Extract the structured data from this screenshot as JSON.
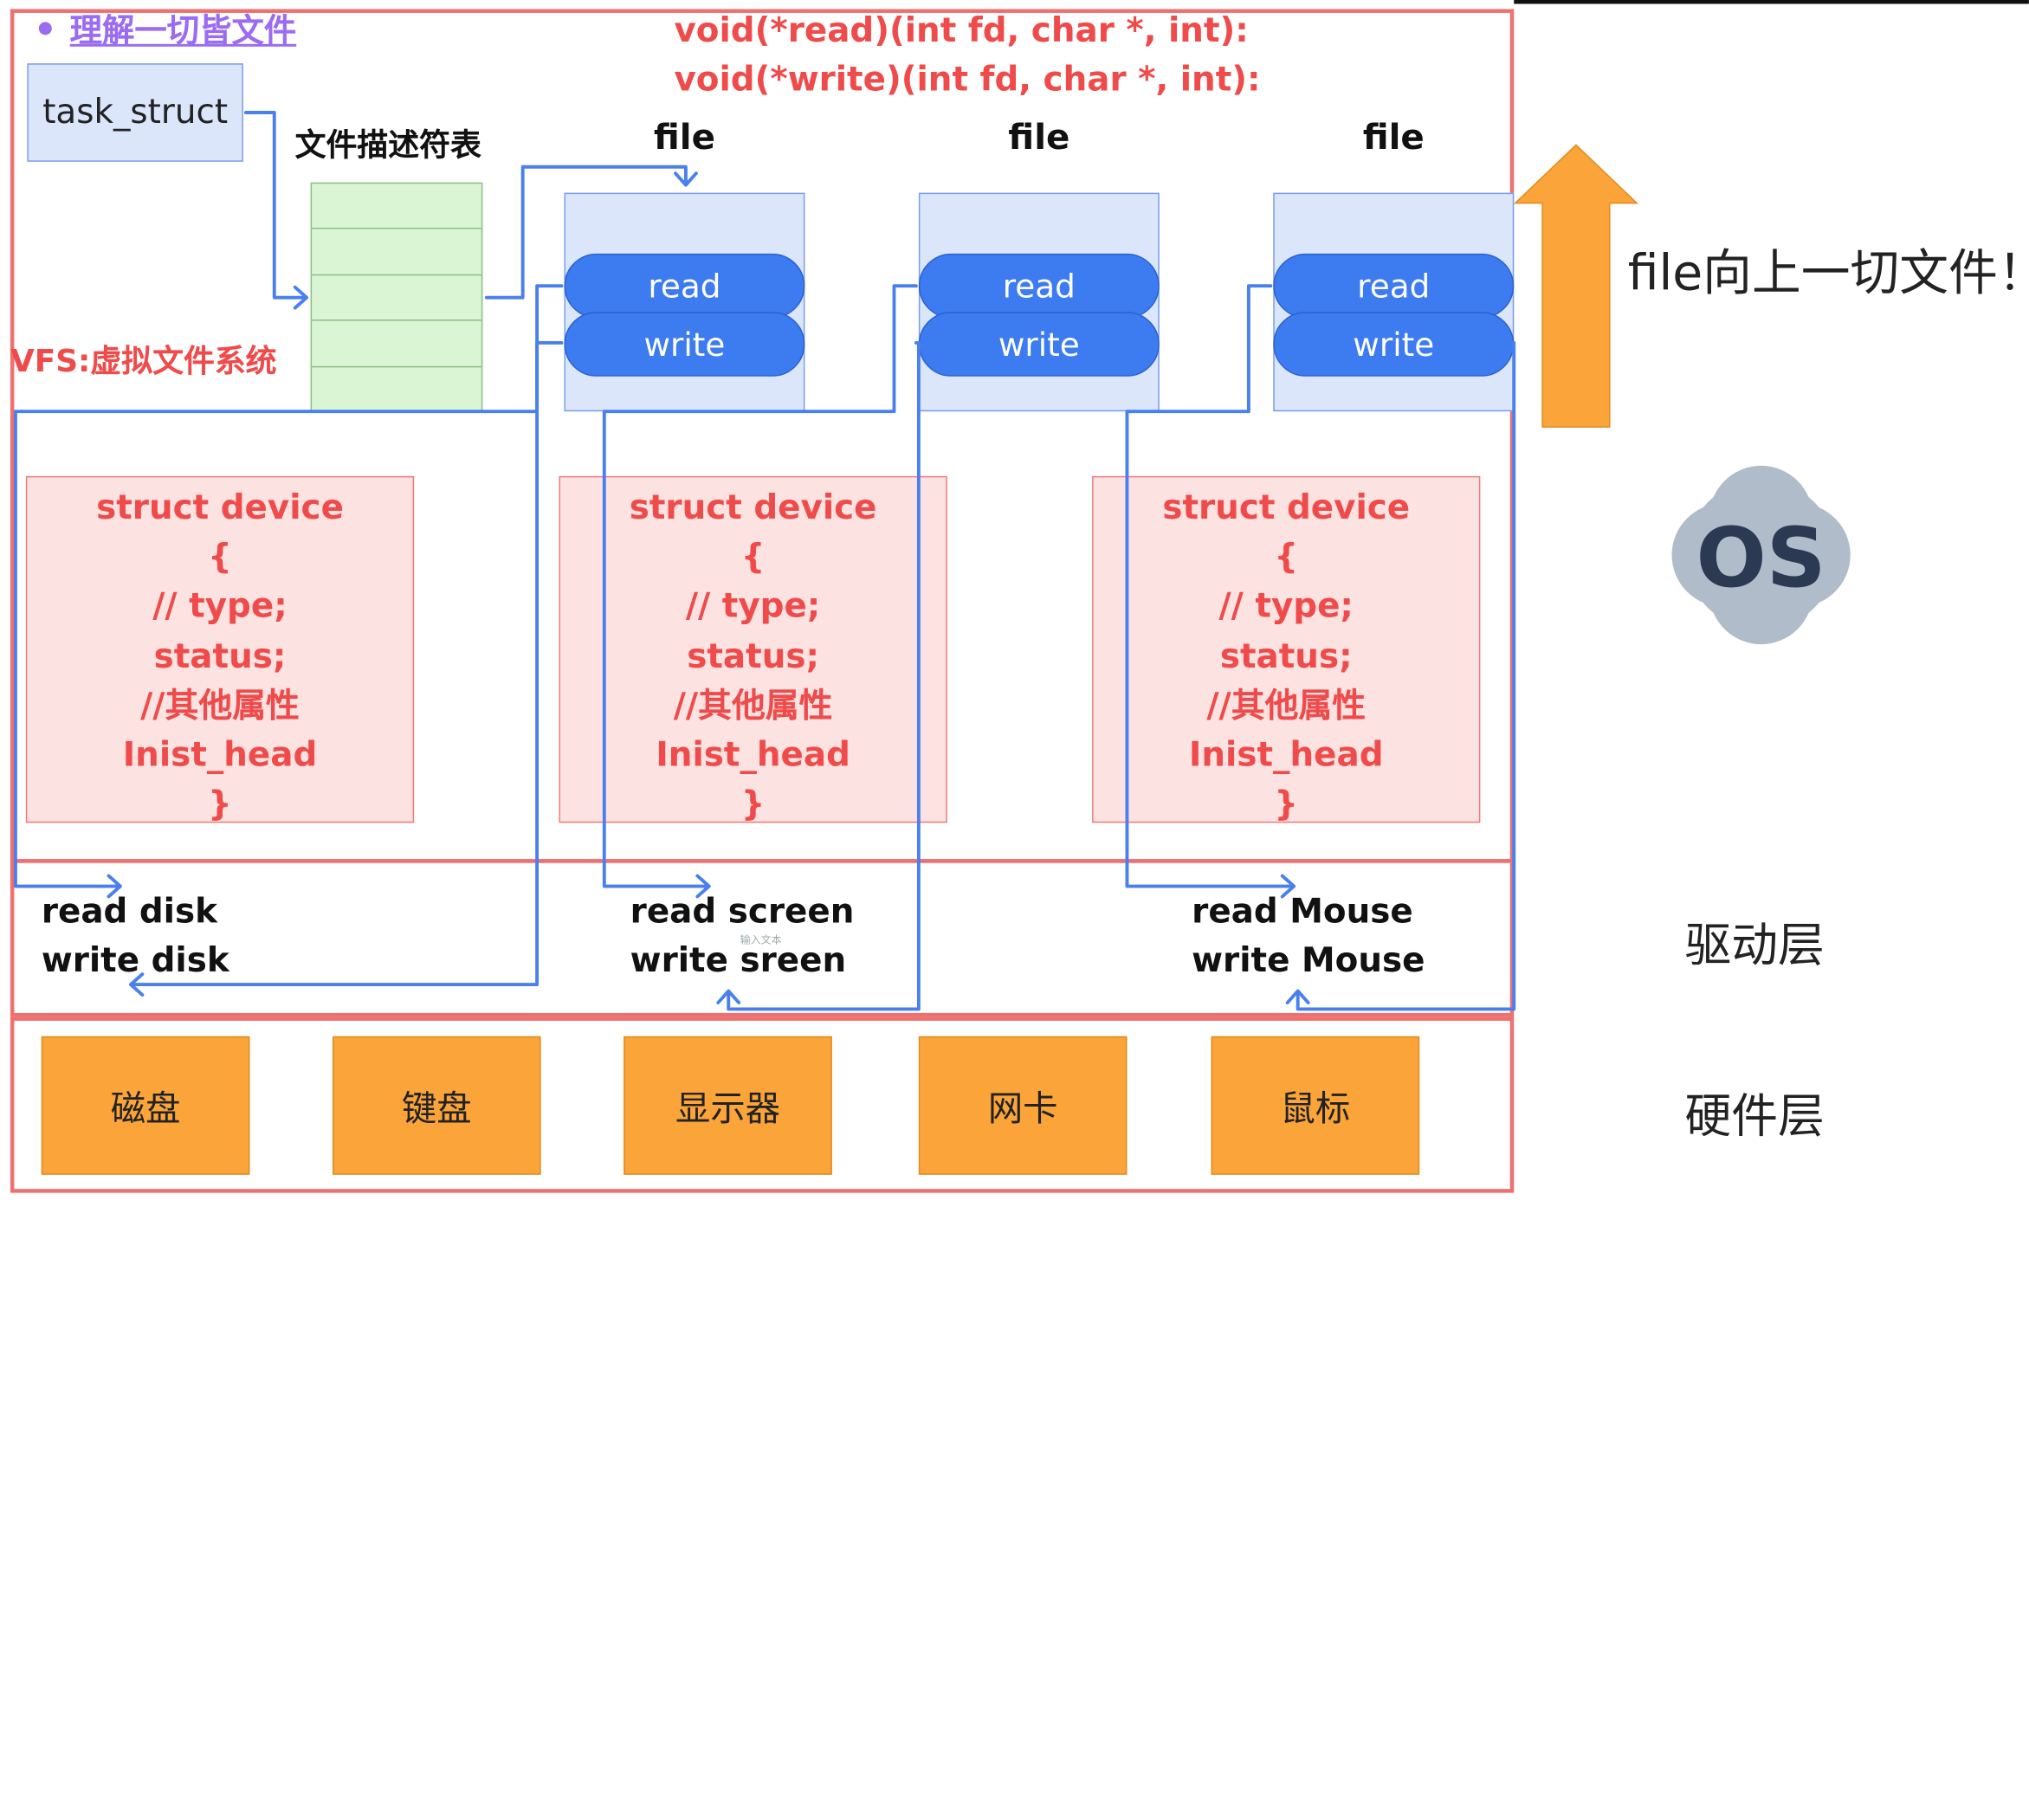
{
  "title": "理解一切皆文件",
  "signatures": {
    "read": "void(*read)(int fd, char *, int):",
    "write": "void(*write)(int fd, char *, int):"
  },
  "task_struct": "task_struct",
  "fd_table_label": "文件描述符表",
  "vfs_label": "VFS:虚拟文件系统",
  "files": [
    {
      "label": "file",
      "read": "read",
      "write": "write"
    },
    {
      "label": "file",
      "read": "read",
      "write": "write"
    },
    {
      "label": "file",
      "read": "read",
      "write": "write"
    }
  ],
  "devices": [
    {
      "lines": [
        "struct device",
        "{",
        "// type;",
        "status;",
        "//其他属性",
        "Inist_head",
        "}"
      ]
    },
    {
      "lines": [
        "struct device",
        "{",
        "// type;",
        "status;",
        "//其他属性",
        "Inist_head",
        "}"
      ]
    },
    {
      "lines": [
        "struct device",
        "{",
        "// type;",
        "status;",
        "//其他属性",
        "Inist_head",
        "}"
      ]
    }
  ],
  "drivers": [
    {
      "read": "read disk",
      "write": "write disk"
    },
    {
      "read": "read screen",
      "write": "write sreen"
    },
    {
      "read": "read Mouse",
      "write": "write Mouse"
    }
  ],
  "driver_hint": "输入文本",
  "hardware": [
    "磁盘",
    "键盘",
    "显示器",
    "网卡",
    "鼠标"
  ],
  "side": {
    "up_text": "file向上一切文件！",
    "os_label": "OS",
    "driver_layer": "驱动层",
    "hardware_layer": "硬件层"
  },
  "colors": {
    "accent_blue": "#3d7bf0",
    "arrow_blue": "#4a80ee",
    "frame_red": "#f07070",
    "code_red": "#ef4b4b",
    "hardware_orange": "#fba43a",
    "title_purple": "#9b6bf2"
  }
}
